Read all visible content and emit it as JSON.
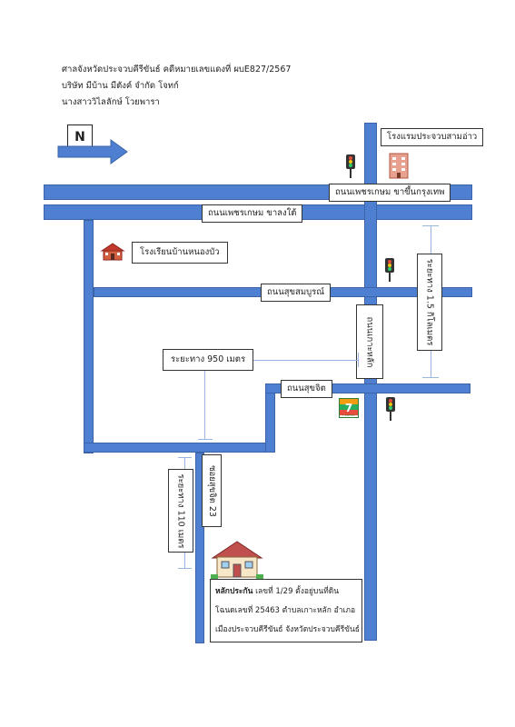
{
  "header": {
    "line1": "ศาลจังหวัดประจวบคีรีขันธ์ คดีหมายเลขแดงที่ ผบE827/2567",
    "line2": "บริษัท มีบ้าน มีตังค์ จำกัด โจทก์",
    "line3": "นางสาววิไลลักษ์ โวยพารา"
  },
  "compass": {
    "label": "N"
  },
  "landmarks": {
    "hotel": "โรงแรมประจวบสามอ่าว",
    "school": "โรงเรียนบ้านหนองบัว"
  },
  "roads": {
    "phetkasem_north": "ถนนเพชรเกษม ขาขึ้นกรุงเทพ",
    "phetkasem_south": "ถนนเพชรเกษม ขาลงใต้",
    "suksomboon": "ถนนสุขสมบูรณ์",
    "kokhalak": "ถนนเกาะหลัก",
    "sukchit": "ถนนสุขจิต",
    "soi_sukchit": "ซอยสุขจิต 23"
  },
  "distances": {
    "d_1_5km": "ระยะทาง 1.5 กิโลเมตร",
    "d_950m": "ระยะทาง 950 เมตร",
    "d_110m": "ระยะทาง 110 เมตร"
  },
  "store": {
    "label": "7-ELEVEn"
  },
  "property": {
    "bold": "หลักประกัน",
    "line1": " เลขที่ 1/29 ตั้งอยู่บนที่ดิน",
    "line2": "โฉนดเลขที่ 25463 ตำบลเกาะหลัก อำเภอ",
    "line3": "เมืองประจวบคีรีขันธ์ จังหวัดประจวบคีรีขันธ์"
  },
  "colors": {
    "road": "#4f7fd0",
    "road_border": "#3a63a8",
    "dimension": "#9ab6e0"
  }
}
